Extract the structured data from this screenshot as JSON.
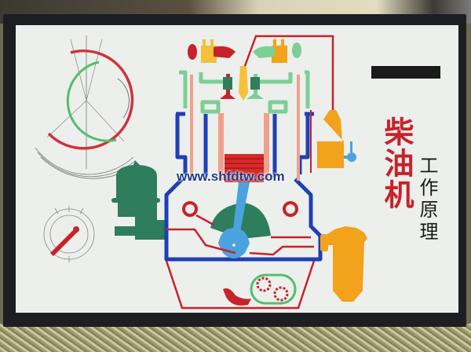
{
  "scene": {
    "subject": "Diesel engine working-principle educational display board",
    "colors": {
      "frame": "#1d1e22",
      "board": "#ecefeb",
      "red": "#c8222a",
      "blue": "#1f3fb5",
      "green": "#7ccf95",
      "dark_green": "#2e7d5c",
      "orange": "#f2a21b",
      "light_blue": "#4aa3df",
      "salmon": "#f0a08c"
    }
  },
  "title": {
    "main": "柴油机",
    "sub": "工作原理"
  },
  "watermark": "www.shfdtw.com",
  "components": [
    "valve-timing-diagram",
    "pressure-gauge",
    "cylinder-head",
    "intake-valve",
    "exhaust-valve",
    "fuel-injector",
    "piston",
    "connecting-rod",
    "crankshaft-counterweight",
    "oil-pump-gears",
    "fuel-injection-pump",
    "fuel-filter",
    "air-cleaner",
    "oil-filter"
  ]
}
